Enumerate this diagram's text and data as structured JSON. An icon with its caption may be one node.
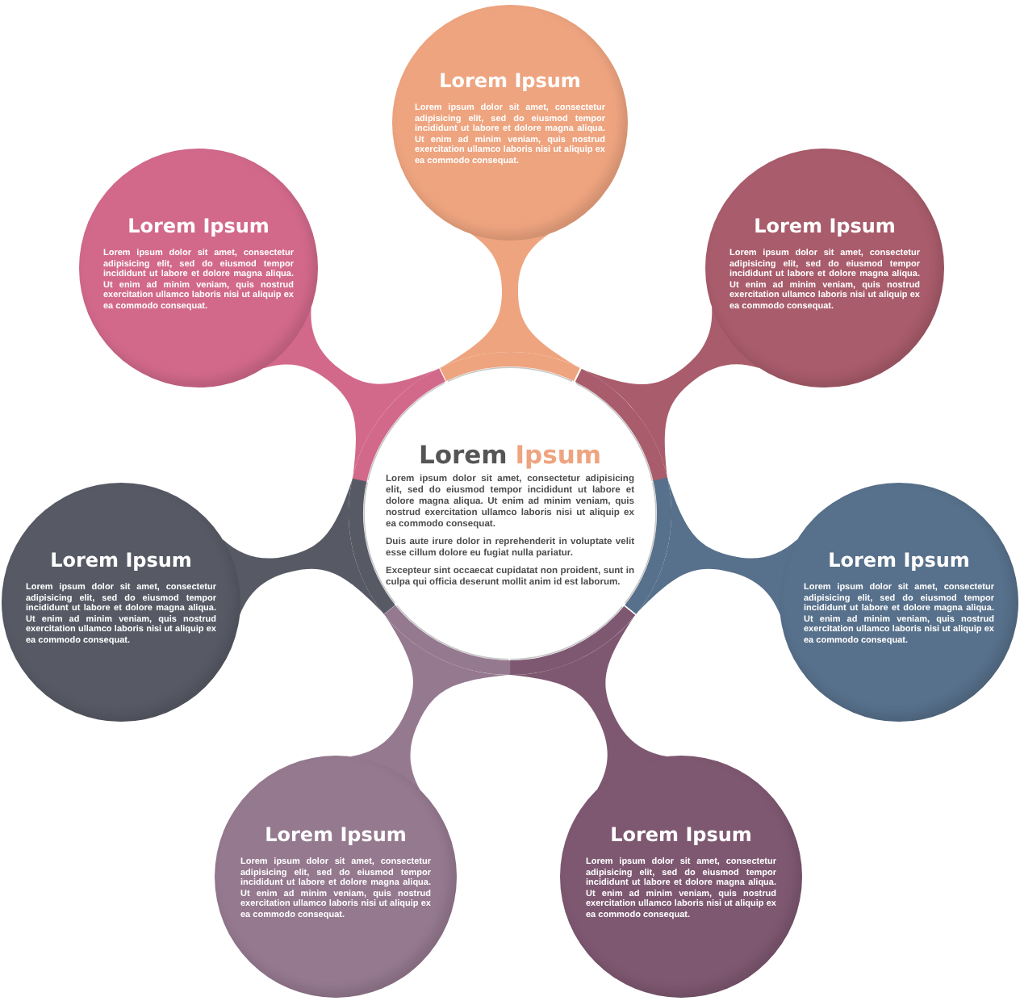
{
  "diagram": {
    "nodes": [
      {
        "text": [
          "Lorem",
          "Ipsum",
          "Lorem ipsum dolor sit amet, consectetur adipisicing elit, sed do eiusmod tempor incididunt ut labore et dolore magna aliqua. Ut enim ad minim veniam, quis nostrud exercitation ullamco laboris nisi ut aliquip ex ea commodo consequat.",
          "Duis aute irure dolor in reprehenderit in voluptate velit esse cillum dolore eu fugiat nulla pariatur.",
          "Excepteur sint occaecat cupidatat non proident, sunt in culpa qui officia deserunt mollit anim id est laborum."
        ]
      },
      {
        "text": [
          "Lorem Ipsum",
          "Lorem ipsum dolor sit amet, consectetur adipisicing elit, sed do eiusmod tempor incididunt ut labore et dolore magna aliqua. Ut enim ad minim veniam, quis nostrud exercitation ullamco laboris nisi ut aliquip ex ea commodo consequat."
        ]
      },
      {
        "text": [
          "Lorem Ipsum",
          "Lorem ipsum dolor sit amet, consectetur adipisicing elit, sed do eiusmod tempor incididunt ut labore et dolore magna aliqua. Ut enim ad minim veniam, quis nostrud exercitation ullamco laboris nisi ut aliquip ex ea commodo consequat."
        ]
      },
      {
        "text": [
          "Lorem Ipsum",
          "Lorem ipsum dolor sit amet, consectetur adipisicing elit, sed do eiusmod tempor incididunt ut labore et dolore magna aliqua. Ut enim ad minim veniam, quis nostrud exercitation ullamco laboris nisi ut aliquip ex ea commodo consequat."
        ]
      },
      {
        "text": [
          "Lorem Ipsum",
          "Lorem ipsum dolor sit amet, consectetur adipisicing elit, sed do eiusmod tempor incididunt ut labore et dolore magna aliqua. Ut enim ad minim veniam, quis nostrud exercitation ullamco laboris nisi ut aliquip ex ea commodo consequat."
        ]
      },
      {
        "text": [
          "Lorem Ipsum",
          "Lorem ipsum dolor sit amet, consectetur adipisicing elit, sed do eiusmod tempor incididunt ut labore et dolore magna aliqua. Ut enim ad minim veniam, quis nostrud exercitation ullamco laboris nisi ut aliquip ex ea commodo consequat."
        ]
      },
      {
        "text": [
          "Lorem Ipsum",
          "Lorem ipsum dolor sit amet, consectetur adipisicing elit, sed do eiusmod tempor incididunt ut labore et dolore magna aliqua. Ut enim ad minim veniam, quis nostrud exercitation ullamco laboris nisi ut aliquip ex ea commodo consequat."
        ]
      },
      {
        "text": [
          "Lorem Ipsum",
          "Lorem ipsum dolor sit amet, consectetur adipisicing elit, sed do eiusmod tempor incididunt ut labore et dolore magna aliqua. Ut enim ad minim veniam, quis nostrud exercitation ullamco laboris nisi ut aliquip ex ea commodo consequat."
        ]
      }
    ],
    "edges": [
      {
        "from": 0,
        "to": 1,
        "arrow": "none",
        "color": "#eea47f"
      },
      {
        "from": 0,
        "to": 2,
        "arrow": "none",
        "color": "#a95c6b"
      },
      {
        "from": 0,
        "to": 3,
        "arrow": "none",
        "color": "#57708b"
      },
      {
        "from": 0,
        "to": 4,
        "arrow": "none",
        "color": "#7e5871"
      },
      {
        "from": 0,
        "to": 5,
        "arrow": "none",
        "color": "#95798f"
      },
      {
        "from": 0,
        "to": 6,
        "arrow": "none",
        "color": "#575a65"
      },
      {
        "from": 0,
        "to": 7,
        "arrow": "none",
        "color": "#d2698b"
      }
    ]
  }
}
